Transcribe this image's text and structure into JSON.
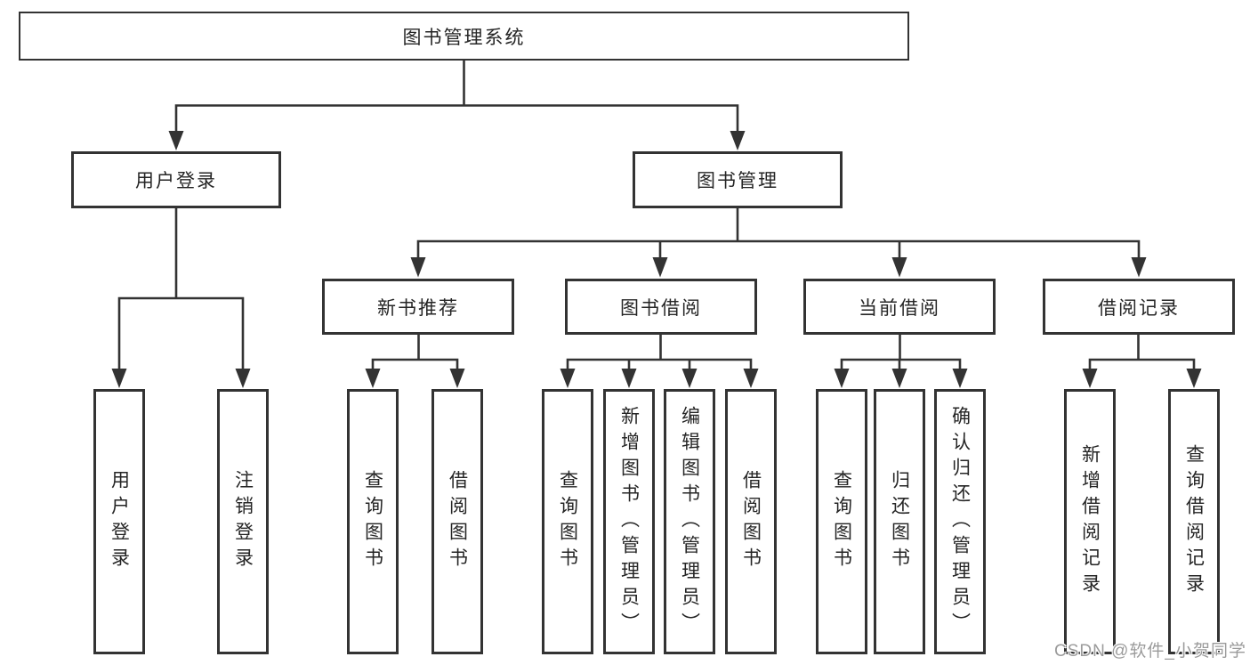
{
  "root": {
    "label": "图书管理系统"
  },
  "branches": [
    {
      "label": "用户登录",
      "children": [
        {
          "label": "用户登录"
        },
        {
          "label": "注销登录"
        }
      ]
    },
    {
      "label": "图书管理",
      "children": [
        {
          "label": "新书推荐",
          "children": [
            {
              "label": "查询图书"
            },
            {
              "label": "借阅图书"
            }
          ]
        },
        {
          "label": "图书借阅",
          "children": [
            {
              "label": "查询图书"
            },
            {
              "label": "新增图书（管理员）"
            },
            {
              "label": "编辑图书（管理员）"
            },
            {
              "label": "借阅图书"
            }
          ]
        },
        {
          "label": "当前借阅",
          "children": [
            {
              "label": "查询图书"
            },
            {
              "label": "归还图书"
            },
            {
              "label": "确认归还（管理员）"
            }
          ]
        },
        {
          "label": "借阅记录",
          "children": [
            {
              "label": "新增借阅记录"
            },
            {
              "label": "查询借阅记录"
            }
          ]
        }
      ]
    }
  ],
  "watermark": {
    "text": "CSDN @软件_小贺同学"
  },
  "colors": {
    "line": "#333333",
    "box_border": "#333333",
    "text": "#252525",
    "watermark": "#9b9b9b",
    "background": "#ffffff"
  }
}
